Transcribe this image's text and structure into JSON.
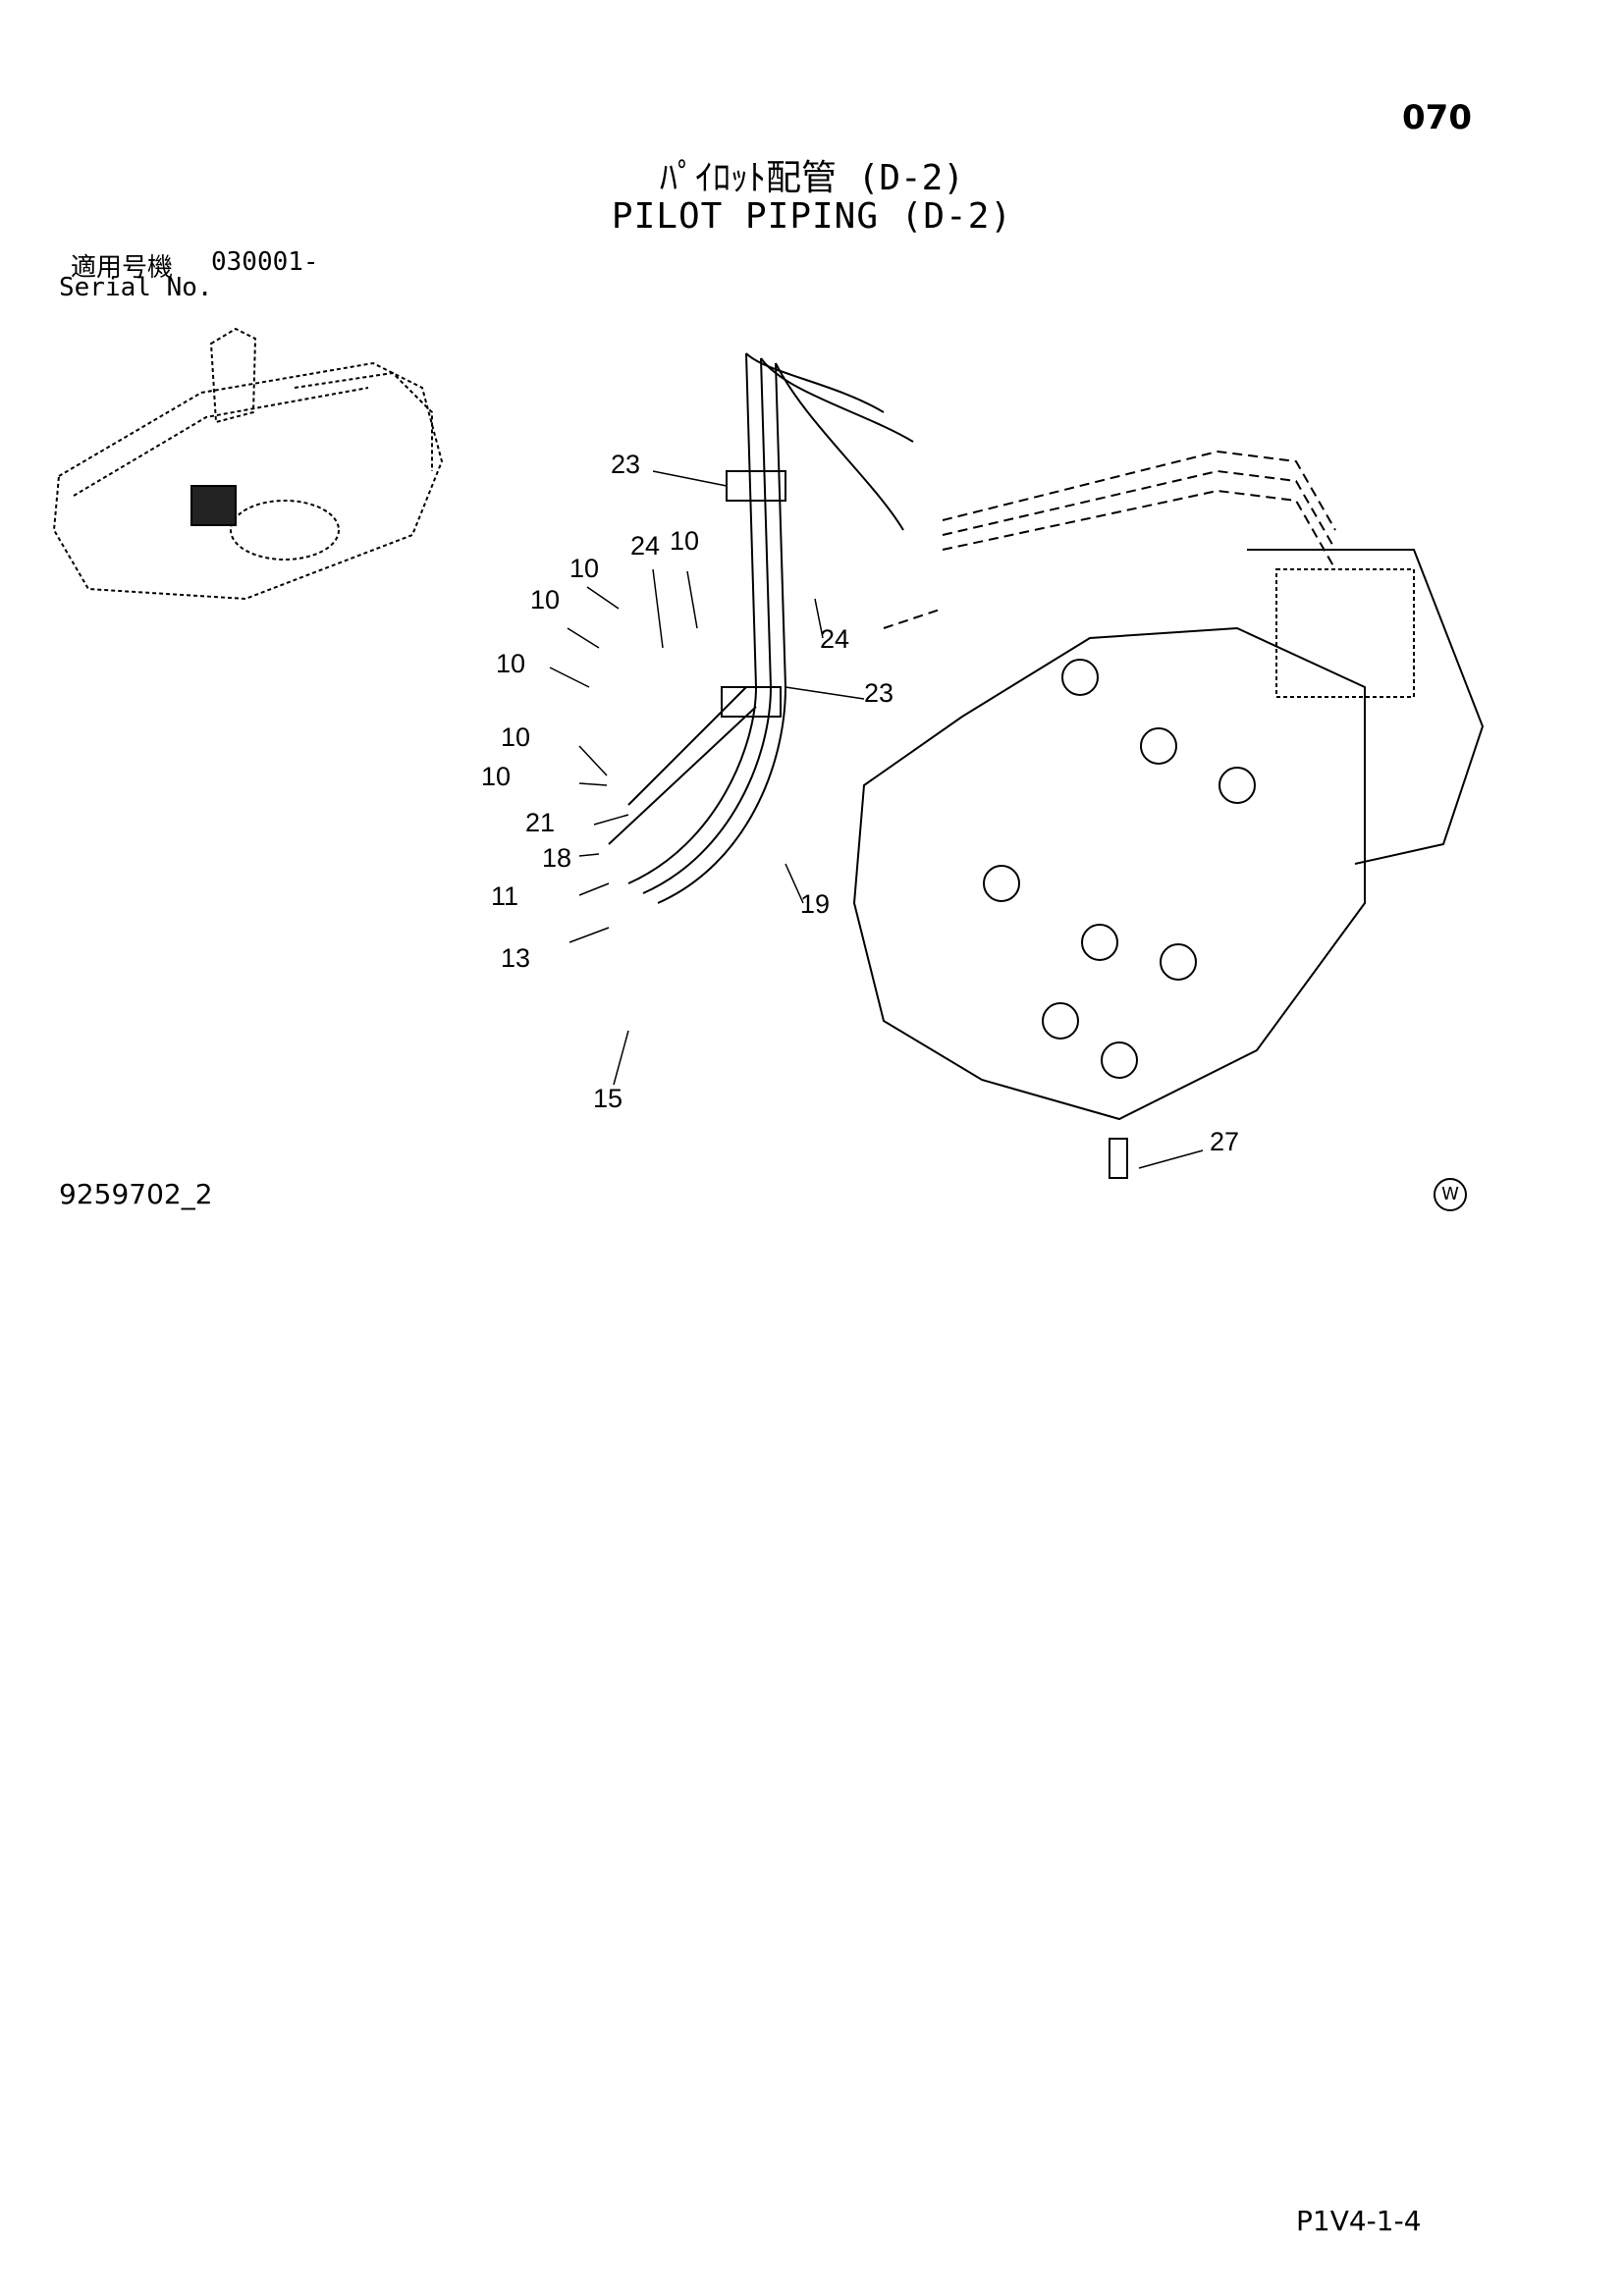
{
  "header": {
    "page_number": "070",
    "title_jp": "ﾊﾟｲﾛｯﾄ配管 (D-2)",
    "title_en": "PILOT PIPING (D-2)"
  },
  "serial": {
    "label_jp": "適用号機",
    "range": "030001-",
    "label_en": "Serial No."
  },
  "callouts": {
    "c23a": "23",
    "c24a": "24",
    "c10a": "10",
    "c10b": "10",
    "c10c": "10",
    "c10d": "10",
    "c10e": "10",
    "c10f": "10",
    "c24b": "24",
    "c23b": "23",
    "c21": "21",
    "c18": "18",
    "c11": "11",
    "c19": "19",
    "c13": "13",
    "c15": "15",
    "c27": "27"
  },
  "footer": {
    "drawing_no": "9259702_2",
    "mark": "W",
    "page_ref": "P1V4-1-4"
  }
}
